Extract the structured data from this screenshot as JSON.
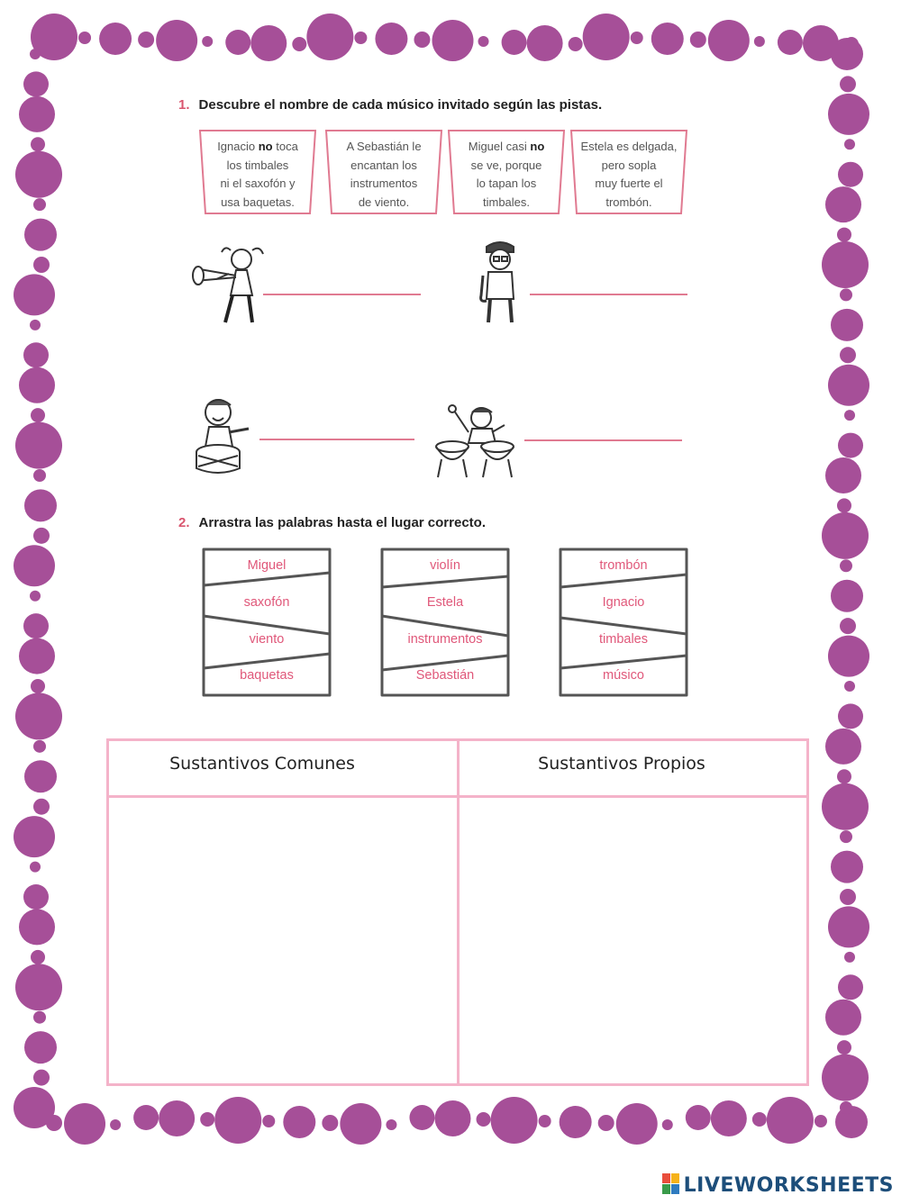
{
  "question1": {
    "number": "1.",
    "title": "Descubre el nombre de cada músico invitado según las pistas."
  },
  "clues": [
    {
      "pre": "Ignacio ",
      "bold": "no",
      "post": " toca\nlos timbales\nni el saxofón y\nusa baquetas."
    },
    {
      "pre": "A Sebastián le\nencantan los\ninstrumentos\nde viento.",
      "bold": "",
      "post": ""
    },
    {
      "pre": "Miguel casi ",
      "bold": "no",
      "post": "\nse ve, porque\nlo tapan los\ntimbales."
    },
    {
      "pre": "Estela es delgada,\npero sopla\nmuy fuerte el\ntrombón.",
      "bold": "",
      "post": ""
    }
  ],
  "question2": {
    "number": "2.",
    "title": "Arrastra las palabras hasta el lugar correcto."
  },
  "word_cards": [
    [
      "Miguel",
      "saxofón",
      "viento",
      "baquetas"
    ],
    [
      "violín",
      "Estela",
      "instrumentos",
      "Sebastián"
    ],
    [
      "trombón",
      "Ignacio",
      "timbales",
      "músico"
    ]
  ],
  "table": {
    "col1_header": "Sustantivos  Comunes",
    "col2_header": "Sustantivos  Propios"
  },
  "colors": {
    "border_dots": "#a64f98",
    "accent_pink": "#e0587a",
    "table_pink": "#f4b3c9",
    "brand_blue": "#1d4e7a"
  },
  "brand": "LIVEWORKSHEETS"
}
